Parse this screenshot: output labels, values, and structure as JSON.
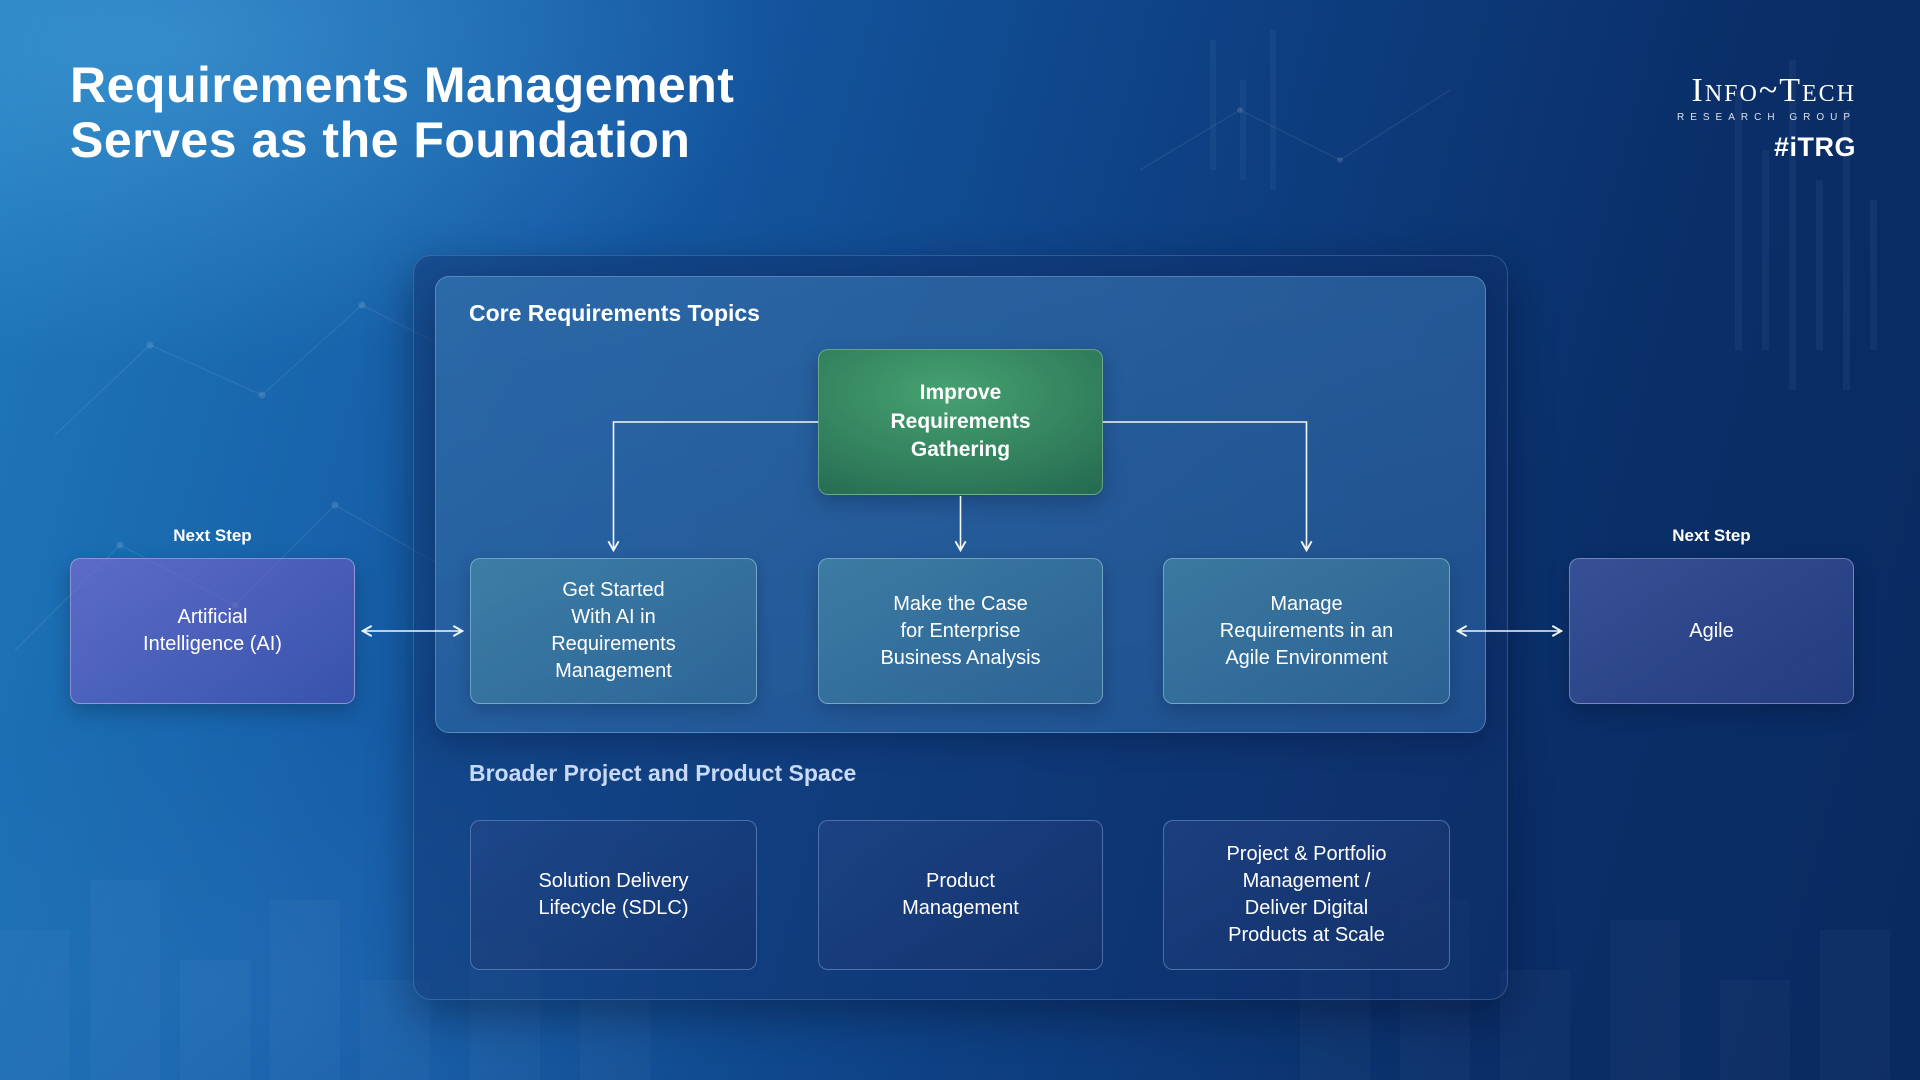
{
  "title": {
    "lines": [
      "Requirements Management",
      "Serves as the Foundation"
    ]
  },
  "logo": {
    "wordmark": "Info~Tech",
    "subtitle": "RESEARCH GROUP",
    "tag": "#iTRG"
  },
  "core": {
    "heading": "Core Requirements Topics",
    "root": {
      "lines": [
        "Improve",
        "Requirements",
        "Gathering"
      ]
    },
    "children": [
      {
        "lines": [
          "Get Started",
          "With AI in",
          "Requirements",
          "Management"
        ]
      },
      {
        "lines": [
          "Make the Case",
          "for Enterprise",
          "Business Analysis"
        ]
      },
      {
        "lines": [
          "Manage",
          "Requirements in an",
          "Agile Environment"
        ]
      }
    ]
  },
  "broader": {
    "heading": "Broader Project and Product Space",
    "items": [
      {
        "lines": [
          "Solution Delivery",
          "Lifecycle (SDLC)"
        ]
      },
      {
        "lines": [
          "Product",
          "Management"
        ]
      },
      {
        "lines": [
          "Project & Portfolio",
          "Management /",
          "Deliver Digital",
          "Products at Scale"
        ]
      }
    ]
  },
  "next_steps": {
    "left": {
      "label": "Next Step",
      "box": {
        "lines": [
          "Artificial",
          "Intelligence (AI)"
        ]
      }
    },
    "right": {
      "label": "Next Step",
      "box": {
        "lines": [
          "Agile"
        ]
      }
    }
  },
  "colors": {
    "background_top_left": "#1f79ba",
    "background_bottom_right": "#092a60",
    "green_node": "#2f7d55",
    "teal_node": "#3d7d98",
    "purple_node": "#6a5ab8",
    "indigo_node": "#4d5aa8",
    "dark_node": "#16326a",
    "arrow": "#ffffff"
  }
}
